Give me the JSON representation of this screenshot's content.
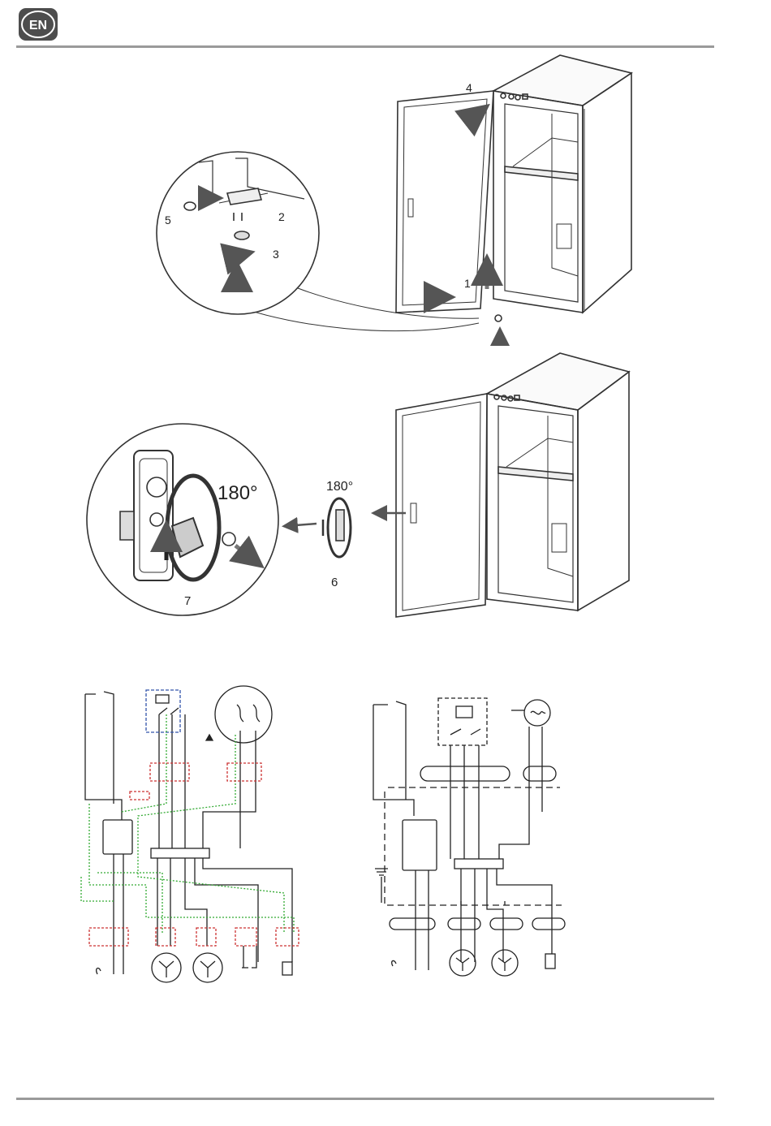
{
  "header": {
    "lang_code": "EN"
  },
  "figure1": {
    "callouts": [
      "4",
      "5",
      "2",
      "3",
      "1"
    ]
  },
  "figure2": {
    "angle_large": "180°",
    "angle_small": "180°",
    "callouts": [
      "7",
      "6"
    ]
  }
}
